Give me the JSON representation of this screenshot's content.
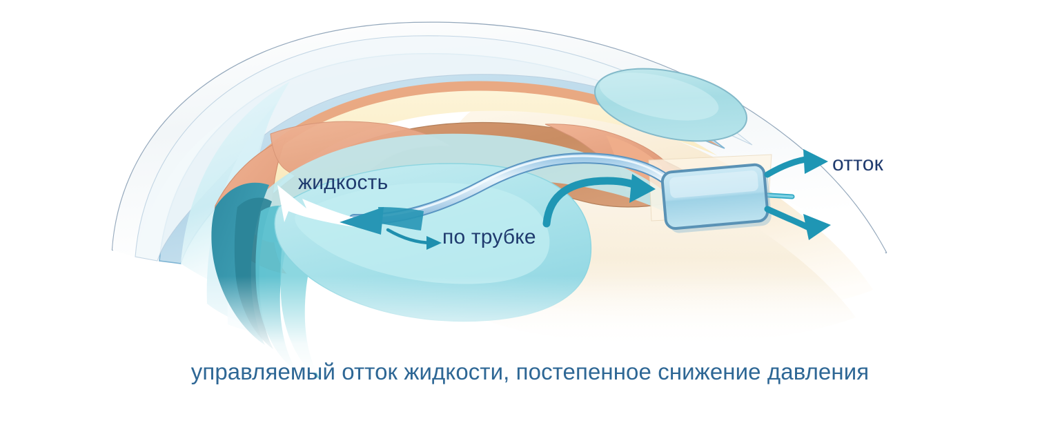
{
  "diagram": {
    "title_caption": "управляемый отток жидкости, постепенное снижение давления",
    "labels": {
      "fluid": "жидкость",
      "through_tube": "по трубке",
      "outflow": "отток"
    },
    "colors": {
      "label_text": "#1f3a6e",
      "caption_text": "#2e6795",
      "arrow_teal": "#1f9fc0",
      "arrow_white": "#ffffff",
      "cornea_blue": "#bcd9ea",
      "sclera_white": "#f4f7f8",
      "iris_brown": "#c88b62",
      "iris_light": "#e8a482",
      "anterior_cream": "#fbeec2",
      "chamber_cyan": "#bfe9ee",
      "lens_cyan": "#a8e3ea",
      "deep_teal": "#2e8ca0",
      "implant_plate": "#a9d9e8",
      "tube_fill": "#cfe6f5",
      "tube_stroke": "#4a8fc0",
      "bleb_cyan": "#a8dde3",
      "outline_grey": "#8fa3b8",
      "sclera_cream": "#f7ead2"
    },
    "parts": {
      "cornea": "cornea",
      "sclera": "sclera",
      "iris": "iris",
      "anterior_chamber": "anterior-chamber",
      "lens": "lens",
      "drainage_tube": "drainage-tube",
      "implant_plate": "implant-plate",
      "bleb": "filtering-bleb"
    }
  }
}
